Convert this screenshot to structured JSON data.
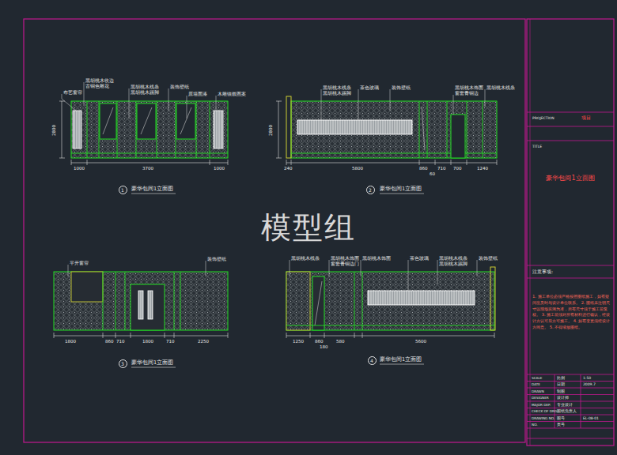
{
  "diagram": {
    "title": "豪华包间1立面图",
    "labels": [
      "黑胡桃木收边",
      "古铜色雕花",
      "布艺窗帘",
      "黑胡桃木线条",
      "黑胡桃木踢脚",
      "装饰壁纸",
      "原墙面漆",
      "木雕镶嵌图案",
      "2800",
      "1000",
      "3700",
      "1000",
      "1",
      "豪华包间1立面图",
      "黑胡桃木线条",
      "黑胡桃木踢脚",
      "茶色玻璃",
      "装饰壁纸",
      "黑胡桃木饰面",
      "窗套青铜边",
      "黑胡桃木线条",
      "2800",
      "240",
      "5800",
      "860",
      "710",
      "700",
      "1240",
      "60",
      "2",
      "豪华包间1立面图",
      "平开窗帘",
      "装饰壁纸",
      "1800",
      "860",
      "710",
      "1800",
      "710",
      "2250",
      "3",
      "豪华包间1立面图",
      "黑胡桃木线条",
      "黑胡桃木饰面",
      "窗套青铜边门",
      "黑胡桃木饰面",
      "茶色玻璃",
      "黑胡桃木线条",
      "黑胡桃木踢脚",
      "装饰壁纸",
      "1250",
      "860",
      "180",
      "580",
      "5600",
      "4",
      "豪华包间1立面图",
      "模型组",
      "PROJECTION",
      "项目",
      "TITLE",
      "注意事项:",
      "1. 施工单位必须严格按照图纸施工，如有疑问应及时与设计单位联系。 2. 图纸未注明尺寸以现场实测为准，所有尺寸须于施工前复核。 3. 施工前须对所有材料进行确认，经设计方认可后方可施工。 4. 如有变更须经设计方同意。 5. 不得缩放图纸。",
      "SCALE",
      "比例",
      "1:50",
      "DATE",
      "日期",
      "2009.7",
      "DRAWN",
      "制图",
      "DESIGNER",
      "设计师",
      "MAJOR DEP.",
      "专业设计",
      "CHECK OF DRG.",
      "图纸负责人",
      "DRAWING NO.",
      "图号",
      "EL-08-01",
      "NO.",
      "页号"
    ]
  }
}
